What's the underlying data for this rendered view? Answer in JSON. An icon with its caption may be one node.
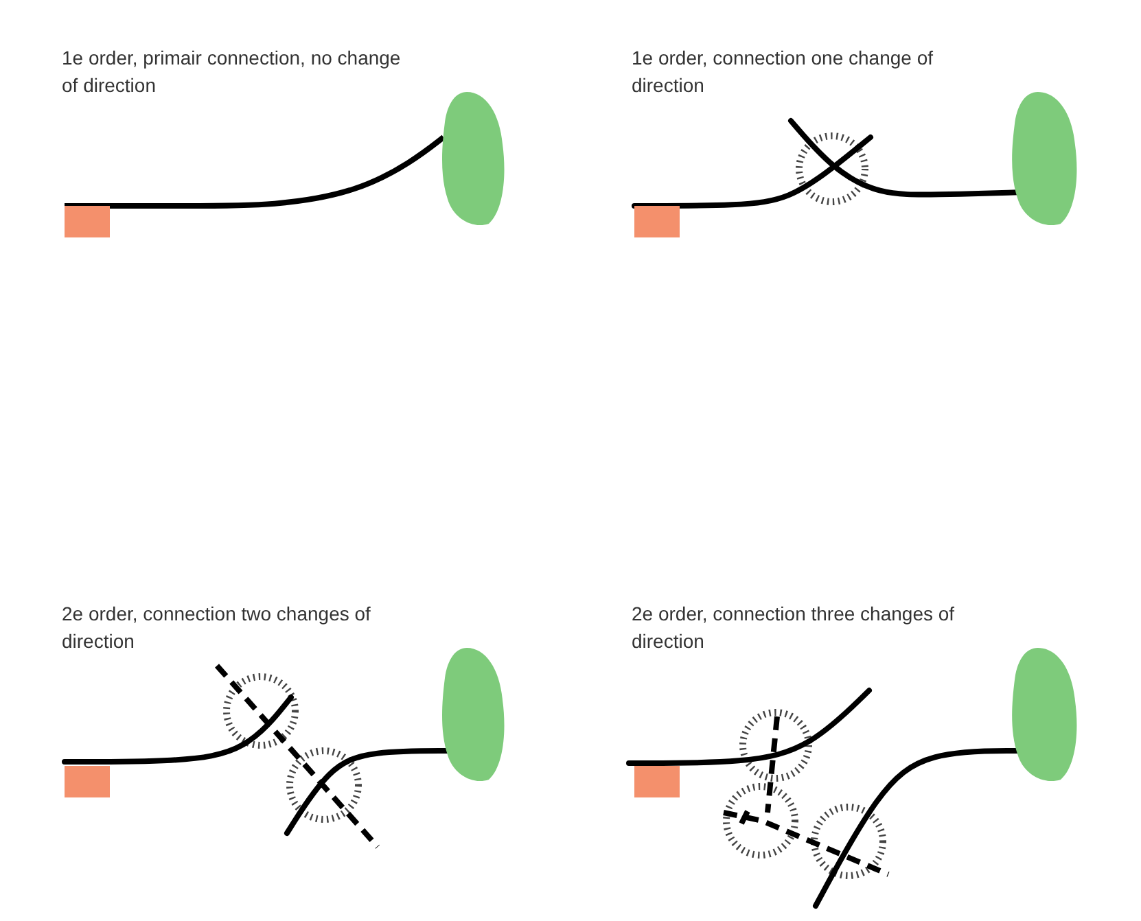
{
  "diagram": {
    "nodes": [
      {
        "text": [],
        "shape": "box"
      },
      {
        "text": [],
        "shape": "blob"
      },
      {
        "text": [],
        "shape": "box"
      },
      {
        "text": [],
        "shape": "blob"
      },
      {
        "text": [],
        "shape": "box"
      },
      {
        "text": [],
        "shape": "blob"
      },
      {
        "text": [],
        "shape": "box"
      },
      {
        "text": [],
        "shape": "blob"
      }
    ],
    "edges": [
      {
        "from": 0,
        "to": 1,
        "arrow": "none"
      }
    ],
    "labels": [
      "1e order, primair connection, no change of direction",
      "1e order, connection one change of direction",
      "2e order, connection two changes of direction",
      "2e order, connection three changes of direction"
    ]
  }
}
